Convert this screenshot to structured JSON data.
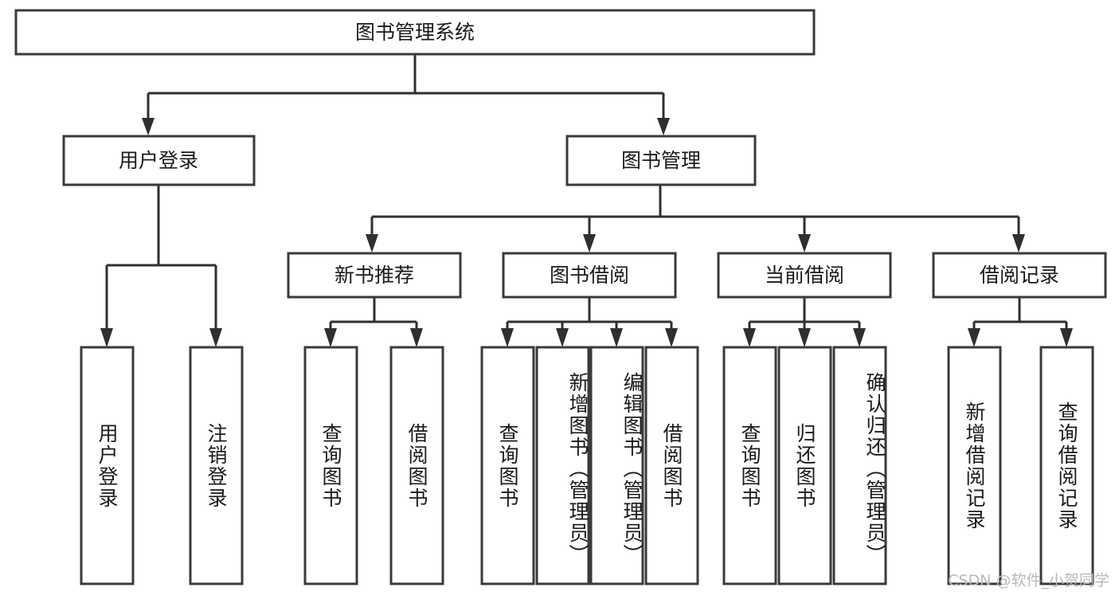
{
  "diagram": {
    "type": "tree",
    "title": "图书管理系统",
    "root": {
      "label": "图书管理系统",
      "id": "root"
    },
    "level2": [
      {
        "id": "user-login",
        "label": "用户登录"
      },
      {
        "id": "book-manage",
        "label": "图书管理"
      }
    ],
    "level3": [
      {
        "id": "new-book-recommend",
        "label": "新书推荐",
        "parent": "book-manage"
      },
      {
        "id": "book-borrow",
        "label": "图书借阅",
        "parent": "book-manage"
      },
      {
        "id": "current-borrow",
        "label": "当前借阅",
        "parent": "book-manage"
      },
      {
        "id": "borrow-record",
        "label": "借阅记录",
        "parent": "book-manage"
      }
    ],
    "leaves": {
      "user_login": [
        {
          "id": "leaf-user-login",
          "label": "用户登录"
        },
        {
          "id": "leaf-logout",
          "label": "注销登录"
        }
      ],
      "new_book_recommend": [
        {
          "id": "leaf-query-book-1",
          "label": "查询图书"
        },
        {
          "id": "leaf-borrow-book-1",
          "label": "借阅图书"
        }
      ],
      "book_borrow": [
        {
          "id": "leaf-query-book-2",
          "label": "查询图书"
        },
        {
          "id": "leaf-add-book",
          "label": "新增图书（管理员）"
        },
        {
          "id": "leaf-edit-book",
          "label": "编辑图书（管理员）"
        },
        {
          "id": "leaf-borrow-book-2",
          "label": "借阅图书"
        }
      ],
      "current_borrow": [
        {
          "id": "leaf-query-book-3",
          "label": "查询图书"
        },
        {
          "id": "leaf-return-book",
          "label": "归还图书"
        },
        {
          "id": "leaf-confirm-return",
          "label": "确认归还（管理员）"
        }
      ],
      "borrow_record": [
        {
          "id": "leaf-add-record",
          "label": "新增借阅记录"
        },
        {
          "id": "leaf-query-record",
          "label": "查询借阅记录"
        }
      ]
    },
    "watermark": "CSDN @软件_小贺同学",
    "colors": {
      "box_stroke": "#3a3a3a",
      "connector": "#2f2f2f",
      "text": "#1a1a1a",
      "background": "#ffffff",
      "watermark": "#b9b9b9"
    }
  }
}
